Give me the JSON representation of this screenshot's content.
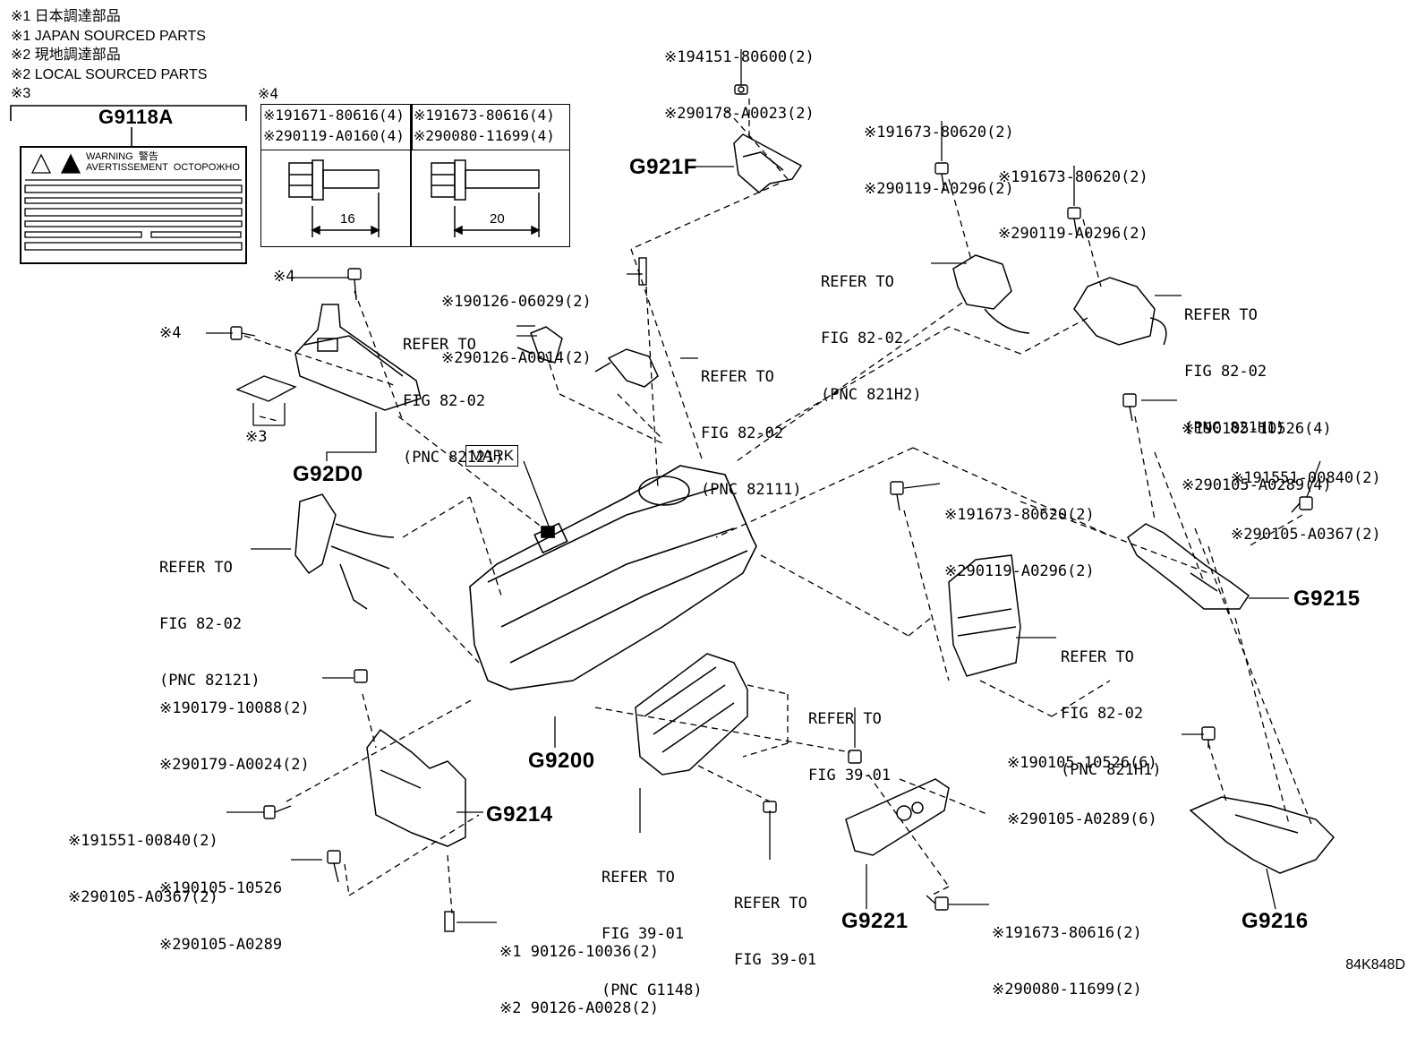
{
  "notes": [
    "※1 日本調達部品",
    "※1 JAPAN SOURCED PARTS",
    "※2 現地調達部品",
    "※2 LOCAL SOURCED PARTS",
    "※3"
  ],
  "bolt_table": {
    "note": "※4",
    "col1": [
      "※191671-80616(4)",
      "※290119-A0160(4)"
    ],
    "col2": [
      "※191673-80616(4)",
      "※290080-11699(4)"
    ],
    "dim1": "16",
    "dim2": "20"
  },
  "warning_label": {
    "part": "G9118A",
    "line1": "WARNING  警告",
    "line2": "AVERTISSEMENT  OCTOPOЖHO"
  },
  "mark_label": "MARK",
  "part_numbers": {
    "g921f": "G921F",
    "g92d0": "G92D0",
    "g9200": "G9200",
    "g9214": "G9214",
    "g9215": "G9215",
    "g9216": "G9216",
    "g9221": "G9221"
  },
  "callouts": {
    "top_bolt": [
      "※194151-80600(2)",
      "※290178-A0023(2)"
    ],
    "sensor_a": [
      "※191673-80620(2)",
      "※290119-A0296(2)"
    ],
    "sensor_b": [
      "※191673-80620(2)",
      "※290119-A0296(2)"
    ],
    "pin": [
      "※190126-06029(2)",
      "※290126-A0014(2)"
    ],
    "bracket_r1": [
      "※190105-10526(4)",
      "※290105-A0289(4)"
    ],
    "bracket_r2": [
      "※191551-00840(2)",
      "※290105-A0367(2)"
    ],
    "mid_r": [
      "※191673-80620(2)",
      "※290119-A0296(2)"
    ],
    "low_r": [
      "※190105-10526(6)",
      "※290105-A0289(6)"
    ],
    "left1": [
      "※190179-10088(2)",
      "※290179-A0024(2)"
    ],
    "left2": [
      "※191551-00840(2)",
      "※290105-A0367(2)"
    ],
    "left3": [
      "※190105-10526",
      "※290105-A0289"
    ],
    "bottom": [
      "※1 90126-10036(2)",
      "※2 90126-A0028(2)"
    ],
    "g9221_bolt": [
      "※191673-80616(2)",
      "※290080-11699(2)"
    ],
    "note4a": "※4",
    "note4b": "※4",
    "note3": "※3"
  },
  "refers": {
    "r82121a": [
      "REFER TO",
      "FIG 82-02",
      "(PNC 82121)"
    ],
    "r82111": [
      "REFER TO",
      "FIG 82-02",
      "(PNC 82111)"
    ],
    "r821h2": [
      "REFER TO",
      "FIG 82-02",
      "(PNC 821H2)"
    ],
    "r821h1a": [
      "REFER TO",
      "FIG 82-02",
      "(PNC 821H1)"
    ],
    "r82121b": [
      "REFER TO",
      "FIG 82-02",
      "(PNC 82121)"
    ],
    "r821h1b": [
      "REFER TO",
      "FIG 82-02",
      "(PNC 821H1)"
    ],
    "r3901a": [
      "REFER TO",
      "FIG 39-01"
    ],
    "rg1148": [
      "REFER TO",
      "FIG 39-01",
      "(PNC G1148)"
    ],
    "r3901b": [
      "REFER TO",
      "FIG 39-01"
    ]
  },
  "figure_code": "84K848D"
}
